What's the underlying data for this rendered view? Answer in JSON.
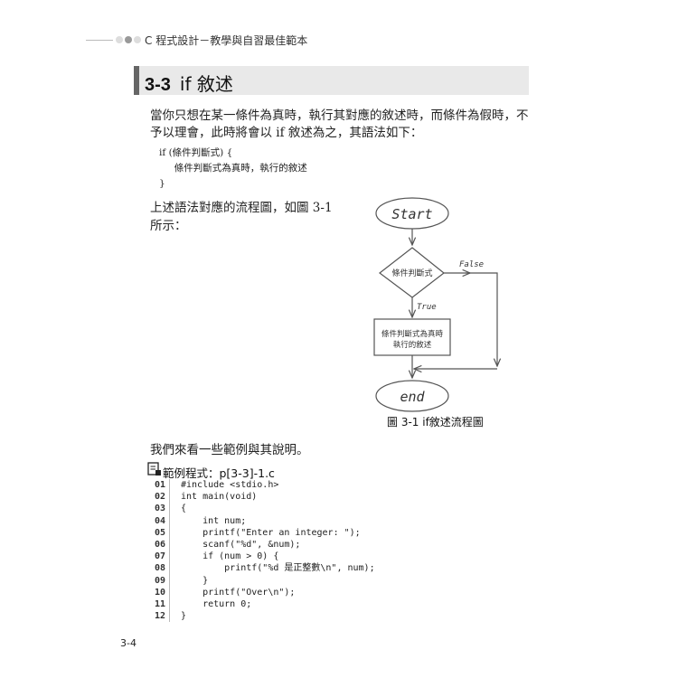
{
  "header": {
    "book_title": "C 程式設計－教學與自習最佳範本"
  },
  "section": {
    "number": "3-3",
    "title": "if 敘述"
  },
  "intro": "當你只想在某一條件為真時，執行其對應的敘述時，而條件為假時，不予以理會，此時將會以 if 敘述為之，其語法如下：",
  "syntax": [
    "if (條件判斷式) {",
    "     條件判斷式為真時，執行的敘述",
    "}"
  ],
  "flow_intro": "上述語法對應的流程圖，如圖 3-1 所示：",
  "flowchart": {
    "start": "Start",
    "condition": "條件判斷式",
    "false_label": "False",
    "true_label": "True",
    "action_line1": "條件判斷式為真時",
    "action_line2": "執行的敘述",
    "end": "end",
    "caption": "圖 3-1  if敘述流程圖"
  },
  "example_intro": "我們來看一些範例與其說明。",
  "example": {
    "label": "範例程式：p[3-3]-1.c",
    "lines": [
      {
        "n": "01",
        "code": "#include <stdio.h>"
      },
      {
        "n": "02",
        "code": "int main(void)"
      },
      {
        "n": "03",
        "code": "{"
      },
      {
        "n": "04",
        "code": "    int num;"
      },
      {
        "n": "05",
        "code": "    printf(\"Enter an integer: \");"
      },
      {
        "n": "06",
        "code": "    scanf(\"%d\", &num);"
      },
      {
        "n": "07",
        "code": "    if (num > 0) {"
      },
      {
        "n": "08",
        "code": "        printf(\"%d 是正整數\\n\", num);"
      },
      {
        "n": "09",
        "code": "    }"
      },
      {
        "n": "10",
        "code": "    printf(\"Over\\n\");"
      },
      {
        "n": "11",
        "code": "    return 0;"
      },
      {
        "n": "12",
        "code": "}"
      }
    ]
  },
  "page_number": "3-4"
}
